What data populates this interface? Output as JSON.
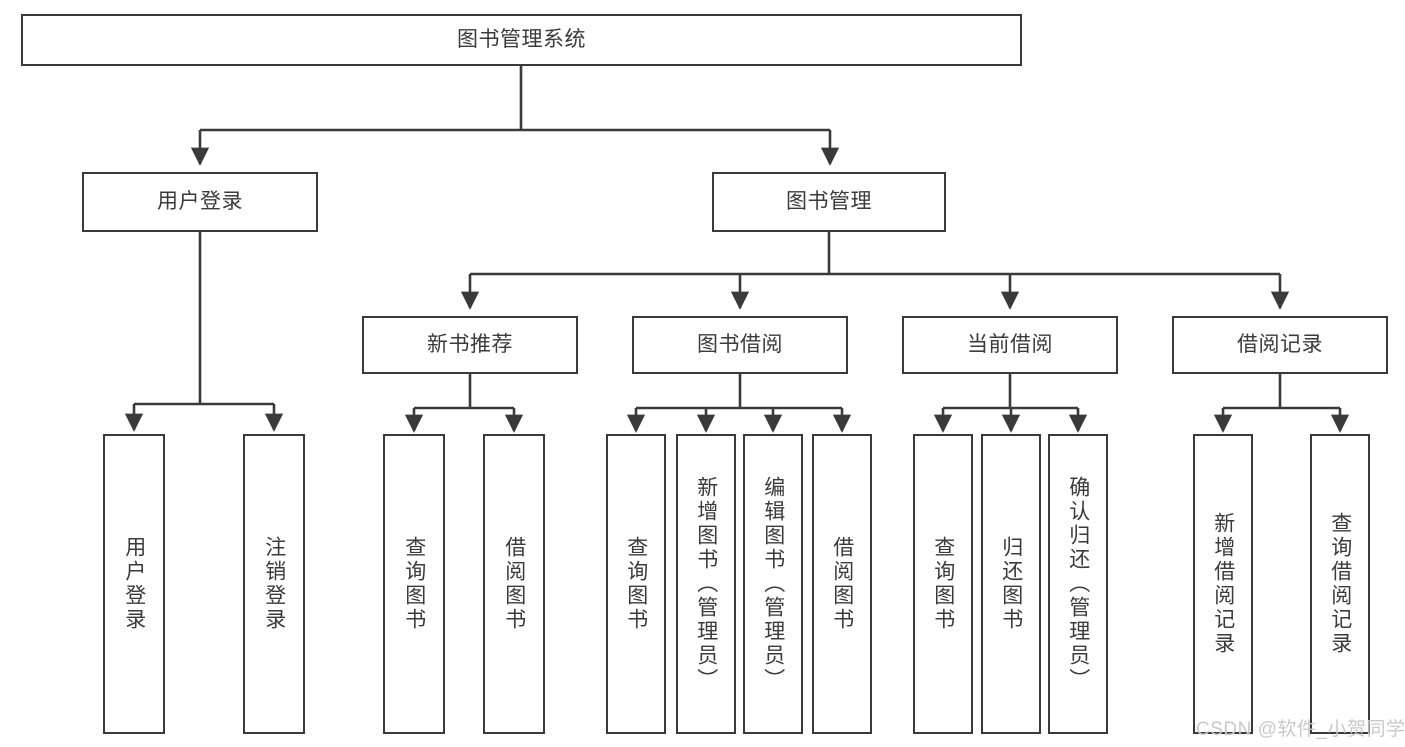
{
  "diagram": {
    "title": "图书管理系统",
    "type": "hierarchy-tree",
    "colors": {
      "box_border": "#3a3a3a",
      "box_fill": "#ffffff",
      "text": "#3b3b3b",
      "connector": "#3a3a3a",
      "background": "#ffffff",
      "watermark": "#c9c9c9"
    },
    "root": {
      "label": "图书管理系统"
    },
    "level1": [
      {
        "label": "用户登录"
      },
      {
        "label": "图书管理"
      }
    ],
    "level2": [
      {
        "label": "新书推荐"
      },
      {
        "label": "图书借阅"
      },
      {
        "label": "当前借阅"
      },
      {
        "label": "借阅记录"
      }
    ],
    "leaves": {
      "user_login": [
        {
          "label": "用户登录"
        },
        {
          "label": "注销登录"
        }
      ],
      "new_book_recommend": [
        {
          "label": "查询图书"
        },
        {
          "label": "借阅图书"
        }
      ],
      "book_borrow": [
        {
          "label": "查询图书"
        },
        {
          "label": "新增图书（管理员）"
        },
        {
          "label": "编辑图书（管理员）"
        },
        {
          "label": "借阅图书"
        }
      ],
      "current_borrow": [
        {
          "label": "查询图书"
        },
        {
          "label": "归还图书"
        },
        {
          "label": "确认归还（管理员）"
        }
      ],
      "borrow_record": [
        {
          "label": "新增借阅记录"
        },
        {
          "label": "查询借阅记录"
        }
      ]
    },
    "watermark": "CSDN @软件_小贺同学"
  }
}
